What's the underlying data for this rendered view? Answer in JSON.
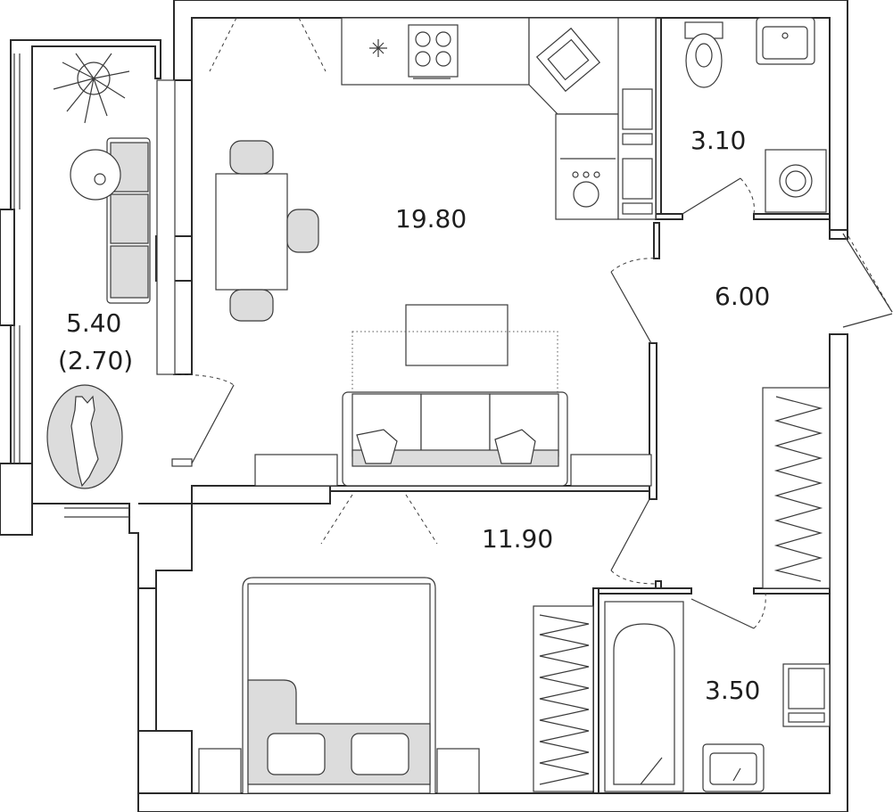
{
  "areas": {
    "living_kitchen": "19.80",
    "balcony": "5.40",
    "balcony_coefficient": "(2.70)",
    "bedroom": "11.90",
    "hallway": "6.00",
    "toilet": "3.10",
    "bathroom": "3.50"
  },
  "colors": {
    "walls": "#2b2b2b",
    "furniture_fill": "#dcdcdc",
    "background": "#ffffff"
  }
}
